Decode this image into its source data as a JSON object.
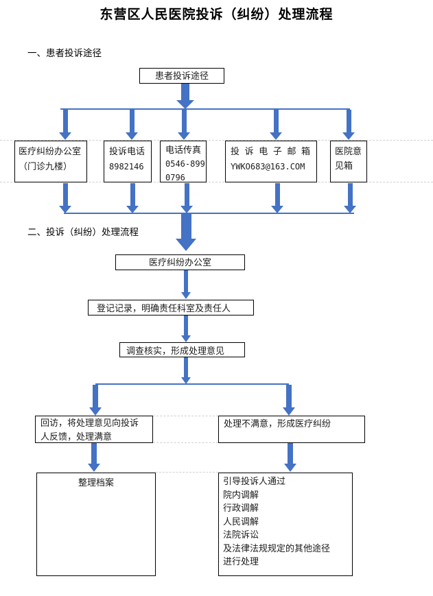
{
  "title": "东营区人民医院投诉（纠纷）处理流程",
  "section1": {
    "label": "一、患者投诉途径"
  },
  "section2": {
    "label": "二、投诉（纠纷）处理流程"
  },
  "entry": {
    "label": "患者投诉途径"
  },
  "channels": [
    {
      "name": "dispute-office",
      "lines": [
        "医疗纠纷办公室",
        "（门诊九楼）"
      ]
    },
    {
      "name": "phone",
      "lines": [
        "投诉电话",
        "8982146"
      ]
    },
    {
      "name": "fax",
      "lines": [
        "电话传真",
        "0546-899",
        "0796"
      ]
    },
    {
      "name": "email",
      "lines": [
        "投 诉 电 子 邮 箱",
        "YWKO683@163.COM"
      ]
    },
    {
      "name": "suggestion-box",
      "lines": [
        "医院意见箱"
      ]
    }
  ],
  "process": {
    "office": "医疗纠纷办公室",
    "register": "登记记录，明确责任科室及责任人",
    "investigate": "调查核实，形成处理意见",
    "satisfied": "回访，将处理意见向投诉人反馈，处理满意",
    "unsatisfied": "处理不满意，形成医疗纠纷",
    "archive": "整理档案",
    "guide": [
      "引导投诉人通过",
      "院内调解",
      "行政调解",
      "人民调解",
      "法院诉讼",
      "及法律法规规定的其他途径",
      "进行处理"
    ]
  },
  "colors": {
    "arrow": "#4472C4",
    "connector": "#4472C4",
    "box_border": "#000000",
    "gridline": "#cfcfcf"
  }
}
